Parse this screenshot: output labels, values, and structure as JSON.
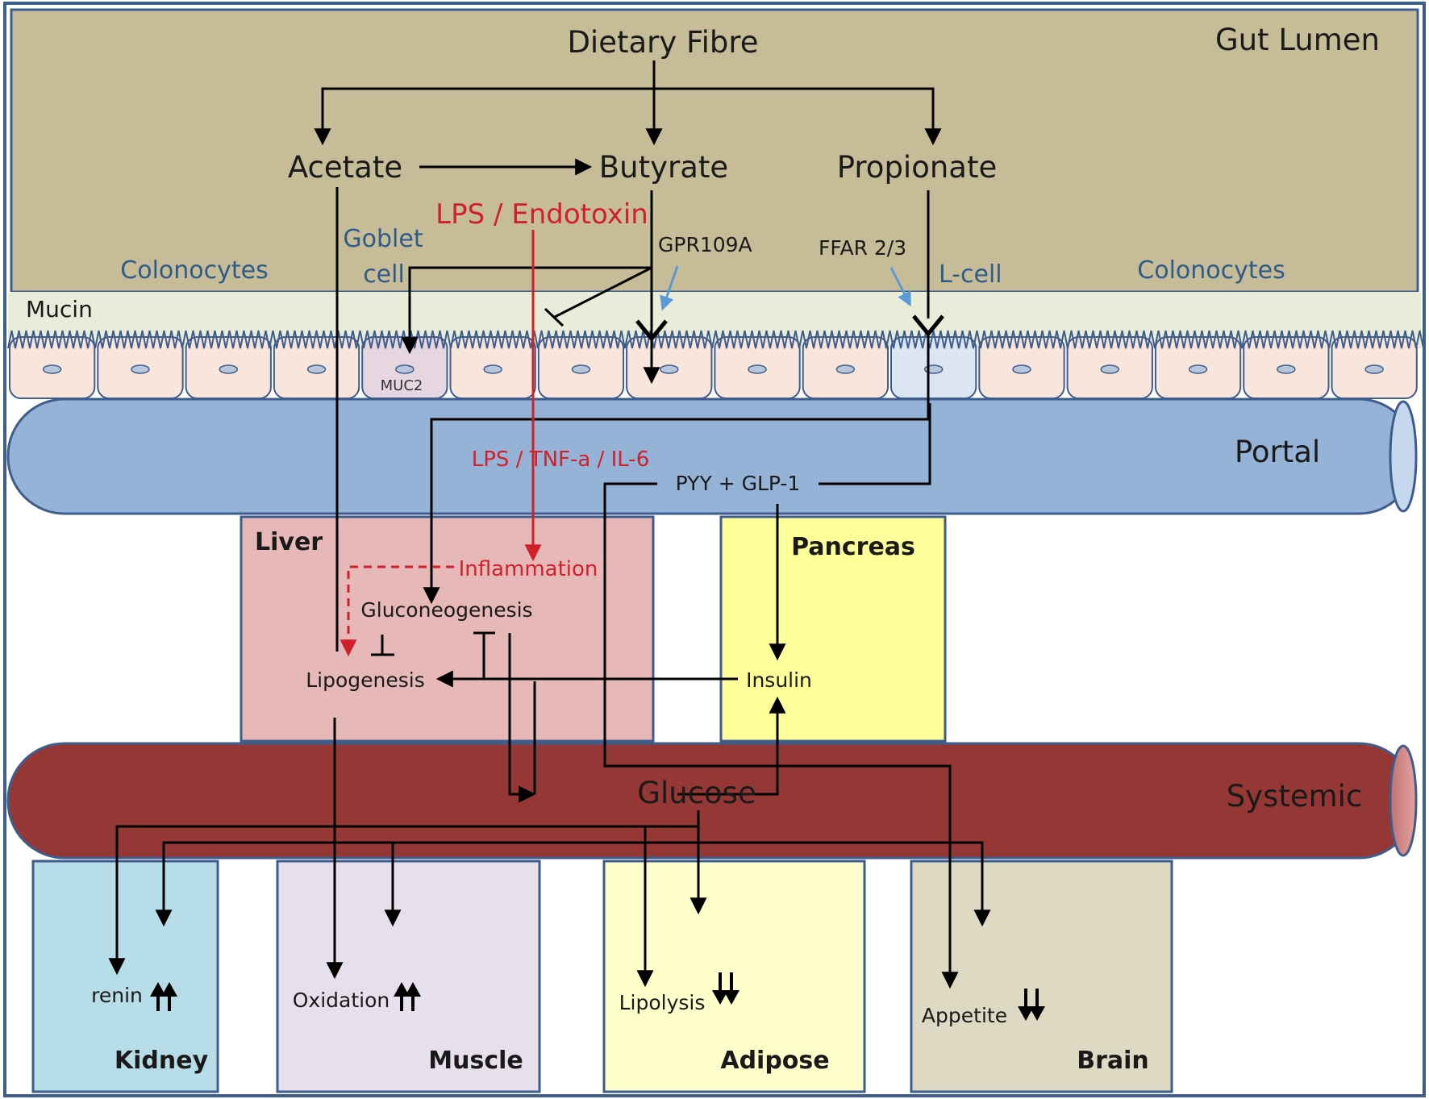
{
  "regions": {
    "gut_lumen": "Gut Lumen",
    "portal": "Portal",
    "systemic": "Systemic"
  },
  "gut": {
    "dietary_fibre": "Dietary Fibre",
    "acetate": "Acetate",
    "butyrate": "Butyrate",
    "propionate": "Propionate",
    "lps_endotoxin": "LPS / Endotoxin",
    "gpr109a": "GPR109A",
    "ffar": "FFAR 2/3",
    "goblet_line1": "Goblet",
    "goblet_line2": "cell",
    "colonocytes_left": "Colonocytes",
    "colonocytes_right": "Colonocytes",
    "l_cell": "L-cell",
    "mucin": "Mucin",
    "muc2": "MUC2"
  },
  "portal": {
    "lps_tnf_il6": "LPS / TNF-a / IL-6",
    "pyy_glp1": "PYY + GLP-1"
  },
  "liver": {
    "title": "Liver",
    "inflammation": "Inflammation",
    "gluconeogenesis": "Gluconeogenesis",
    "lipogenesis": "Lipogenesis"
  },
  "pancreas": {
    "title": "Pancreas",
    "insulin": "Insulin"
  },
  "systemic": {
    "glucose": "Glucose"
  },
  "organs": {
    "kidney": {
      "title": "Kidney",
      "effect": "renin",
      "direction": "up"
    },
    "muscle": {
      "title": "Muscle",
      "effect": "Oxidation",
      "direction": "up"
    },
    "adipose": {
      "title": "Adipose",
      "effect": "Lipolysis",
      "direction": "down"
    },
    "brain": {
      "title": "Brain",
      "effect": "Appetite",
      "direction": "down"
    }
  },
  "colors": {
    "lumen": "#c6bc98",
    "mucin": "#e8ecd8",
    "cell": "#f8e6dc",
    "portal": "#95b3d7",
    "systemic": "#953735",
    "liver": "#e6b9b8",
    "pancreas": "#ffff99",
    "kidney": "#b7dee8",
    "muscle": "#e6e0ec",
    "adipose": "#ffffcc",
    "brain": "#ddd9c3",
    "red_path": "#d0202a",
    "receptor_arrow": "#5b9bd5"
  }
}
